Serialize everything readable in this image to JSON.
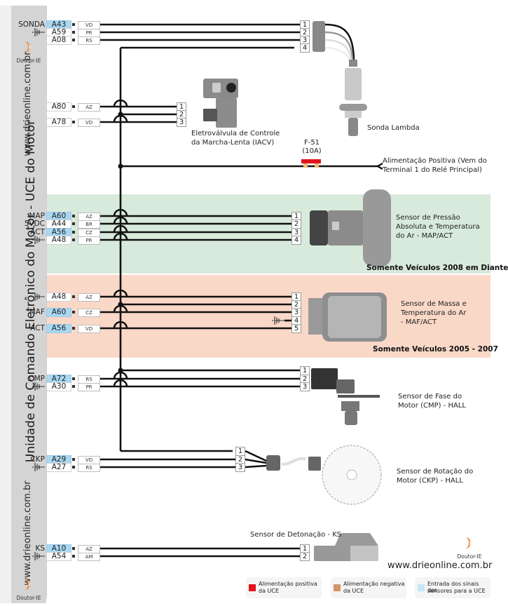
{
  "ecu": {
    "title": "Unidade de Comando Eletrônico do Motor - UCE do Motor",
    "url_top": "www.drieonline.com.br",
    "url_bottom": "www.drieonline.com.br",
    "logo_name": "Doutor-IE"
  },
  "groups": [
    {
      "id": "sonda",
      "pins": [
        {
          "signal": "SONDA",
          "pin": "A43",
          "color": "VD",
          "input": true,
          "connector": "1"
        },
        {
          "signal": "ground-icon",
          "pin": "A59",
          "color": "PR",
          "input": false,
          "connector": "2"
        },
        {
          "signal": "",
          "pin": "A08",
          "color": "RS",
          "input": false,
          "connector": "3"
        },
        {
          "signal": "",
          "pin": "",
          "color": "",
          "input": false,
          "connector": "4"
        }
      ],
      "component": "Sonda Lambda"
    },
    {
      "id": "iacv",
      "pins": [
        {
          "signal": "",
          "pin": "A80",
          "color": "AZ",
          "input": false,
          "connector": "1"
        },
        {
          "signal": "",
          "pin": "",
          "color": "",
          "input": false,
          "connector": "2"
        },
        {
          "signal": "",
          "pin": "A78",
          "color": "VD",
          "input": false,
          "connector": "3"
        }
      ],
      "component_line1": "Eletroválvula de Controle",
      "component_line2": "da Marcha-Lenta (IACV)"
    },
    {
      "id": "map",
      "pins": [
        {
          "signal": "MAP",
          "pin": "A60",
          "color": "AZ",
          "input": true,
          "connector": "1"
        },
        {
          "signal": "5VDC",
          "pin": "A44",
          "color": "BR",
          "input": false,
          "connector": "2"
        },
        {
          "signal": "ACT",
          "pin": "A56",
          "color": "CZ",
          "input": true,
          "connector": "3"
        },
        {
          "signal": "ground-icon",
          "pin": "A48",
          "color": "PR",
          "input": false,
          "connector": "4"
        }
      ],
      "component_line1": "Sensor de Pressão",
      "component_line2": "Absoluta e Temperatura",
      "component_line3": "do Ar - MAP/ACT",
      "band_label": "Somente Veículos 2008 em Diante"
    },
    {
      "id": "maf",
      "pins": [
        {
          "signal": "ground-icon",
          "pin": "A48",
          "color": "AZ",
          "input": false,
          "connector": "1"
        },
        {
          "signal": "",
          "pin": "",
          "color": "",
          "input": false,
          "connector": "2"
        },
        {
          "signal": "MAF",
          "pin": "A60",
          "color": "CZ",
          "input": true,
          "connector": "3"
        },
        {
          "signal": "",
          "pin": "",
          "color": "",
          "input": false,
          "connector": "4"
        },
        {
          "signal": "ACT",
          "pin": "A56",
          "color": "VD",
          "input": true,
          "connector": "5"
        }
      ],
      "component_line1": "Sensor de Massa e",
      "component_line2": "Temperatura  do Ar",
      "component_line3": "- MAF/ACT",
      "band_label": "Somente Veículos 2005 - 2007"
    },
    {
      "id": "cmp",
      "pins": [
        {
          "signal": "",
          "pin": "",
          "color": "",
          "input": false,
          "connector": "1"
        },
        {
          "signal": "CMP",
          "pin": "A72",
          "color": "RS",
          "input": true,
          "connector": "2"
        },
        {
          "signal": "ground-icon",
          "pin": "A30",
          "color": "PR",
          "input": false,
          "connector": "3"
        }
      ],
      "component_line1": "Sensor de Fase do",
      "component_line2": "Motor (CMP) - HALL"
    },
    {
      "id": "ckp",
      "pins": [
        {
          "signal": "",
          "pin": "",
          "color": "",
          "input": false,
          "connector": "1"
        },
        {
          "signal": "CKP",
          "pin": "A29",
          "color": "VD",
          "input": true,
          "connector": "2"
        },
        {
          "signal": "ground-icon",
          "pin": "A27",
          "color": "RS",
          "input": false,
          "connector": "3"
        }
      ],
      "component_line1": "Sensor de Rotação do",
      "component_line2": "Motor (CKP) - HALL"
    },
    {
      "id": "ks",
      "pins": [
        {
          "signal": "KS",
          "pin": "A10",
          "color": "AZ",
          "input": true,
          "connector": "1"
        },
        {
          "signal": "ground-icon",
          "pin": "A54",
          "color": "AM",
          "input": false,
          "connector": "2"
        }
      ],
      "component": "Sensor de Detonação - KS"
    }
  ],
  "fuse": {
    "id": "F-51",
    "rating": "(10A)"
  },
  "power": {
    "line1": "Alimentação Positiva (Vem do",
    "line2": "Terminal 1 do Relé Principal)"
  },
  "footer": {
    "url": "www.drieonline.com.br",
    "logo_name": "Doutor-IE"
  },
  "legend": [
    {
      "color": "#e0141e",
      "line1": "Alimentação positiva",
      "line2": "da UCE"
    },
    {
      "color": "#d2956a",
      "line1": "Alimentação negativa",
      "line2": "da UCE"
    },
    {
      "color": "#c4e6f7",
      "line1": "Entrada dos sinais dos",
      "line2": "sensores para a UCE"
    }
  ],
  "colors": {
    "input_pin": "#a9d8f2",
    "wire": "#111111",
    "band_green": "#d8eadb",
    "band_pink": "#f9d8c8",
    "logo": "#ee7d22"
  }
}
